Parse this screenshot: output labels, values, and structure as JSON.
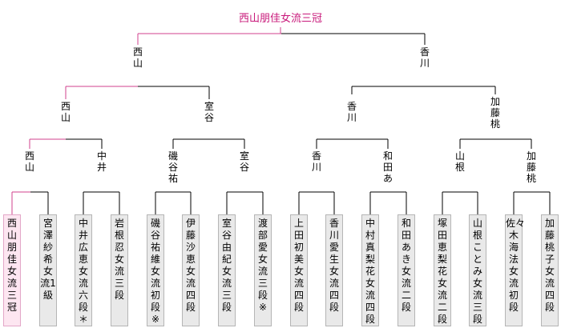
{
  "title": "西山朋佳女流三冠",
  "round3": [
    {
      "name": "西山",
      "win": true
    },
    {
      "name": "香川",
      "win": false
    }
  ],
  "round2": [
    {
      "name": "西山",
      "win": true
    },
    {
      "name": "室谷",
      "win": false
    },
    {
      "name": "香川",
      "win": false
    },
    {
      "name": "加藤桃",
      "win": false
    }
  ],
  "round1": [
    {
      "name": "西山",
      "win": true
    },
    {
      "name": "中井",
      "win": false
    },
    {
      "name": "磯谷祐",
      "win": false
    },
    {
      "name": "室谷",
      "win": false
    },
    {
      "name": "香川",
      "win": false
    },
    {
      "name": "和田あ",
      "win": false
    },
    {
      "name": "山根",
      "win": false
    },
    {
      "name": "加藤桃",
      "win": false
    }
  ],
  "players": [
    {
      "name": "西山朋佳女流三冠",
      "win": true
    },
    {
      "name": "宮澤紗希女流1級",
      "win": false
    },
    {
      "name": "中井広恵女流六段＊",
      "win": false
    },
    {
      "name": "岩根　忍女流三段",
      "win": false
    },
    {
      "name": "磯谷祐維女流初段※",
      "win": false
    },
    {
      "name": "伊藤沙恵女流四段",
      "win": false
    },
    {
      "name": "室谷由紀女流三段",
      "win": false
    },
    {
      "name": "渡部　愛女流三段※",
      "win": false
    },
    {
      "name": "上田初美女流四段",
      "win": false
    },
    {
      "name": "香川愛生女流四段",
      "win": false
    },
    {
      "name": "中村真梨花女流四段",
      "win": false
    },
    {
      "name": "和田あき女流二段",
      "win": false
    },
    {
      "name": "塚田恵梨花女流二段",
      "win": false
    },
    {
      "name": "山根ことみ女流三段",
      "win": false
    },
    {
      "name": "佐々木海法女流初段",
      "win": false
    },
    {
      "name": "加藤桃子女流四段",
      "win": false
    }
  ],
  "colors": {
    "win_line": "#d0408c",
    "line": "#000000",
    "win_text": "#c8187a",
    "win_box": "#fde6f1",
    "box": "#e9e9e9"
  }
}
